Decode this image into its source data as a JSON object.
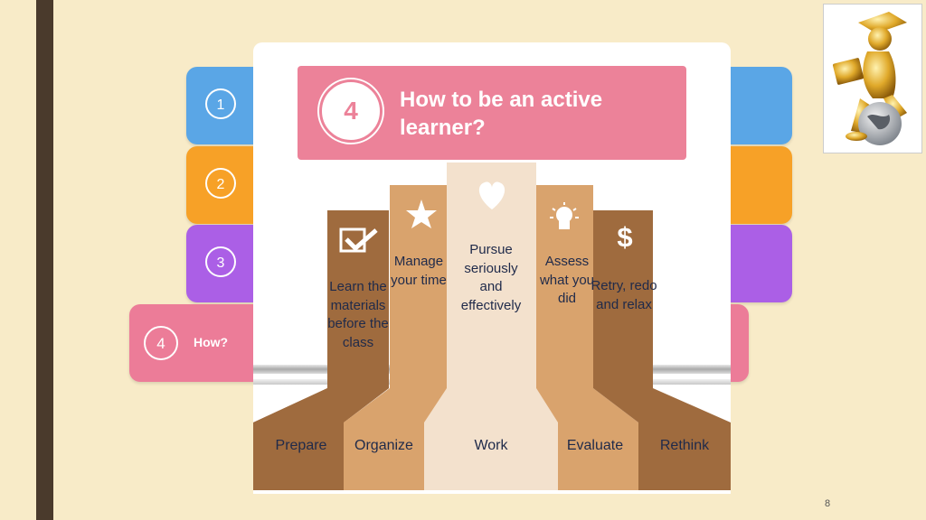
{
  "strips": [
    {
      "number": "1",
      "color": "#5aa6e6"
    },
    {
      "number": "2",
      "color": "#f7a127"
    },
    {
      "number": "3",
      "color": "#ab5fe6"
    },
    {
      "number": "4",
      "color": "#ec7c98",
      "label": "How?"
    }
  ],
  "title": {
    "number": "4",
    "text": "How to be an active learner?"
  },
  "steps": [
    {
      "text": "Learn the materials before the class",
      "category": "Prepare",
      "icon": "checkbox-icon",
      "color": "#9f6b3e"
    },
    {
      "text": "Manage your time",
      "category": "Organize",
      "icon": "star-icon",
      "color": "#d9a36d"
    },
    {
      "text": "Pursue seriously and effectively",
      "category": "Work",
      "icon": "heart-icon",
      "color": "#f3e1cd"
    },
    {
      "text": "Assess what you did",
      "category": "Evaluate",
      "icon": "lightbulb-icon",
      "color": "#d9a36d"
    },
    {
      "text": "Retry, redo and relax",
      "category": "Rethink",
      "icon": "dollar-icon",
      "color": "#9f6b3e"
    }
  ],
  "page_number": "8"
}
